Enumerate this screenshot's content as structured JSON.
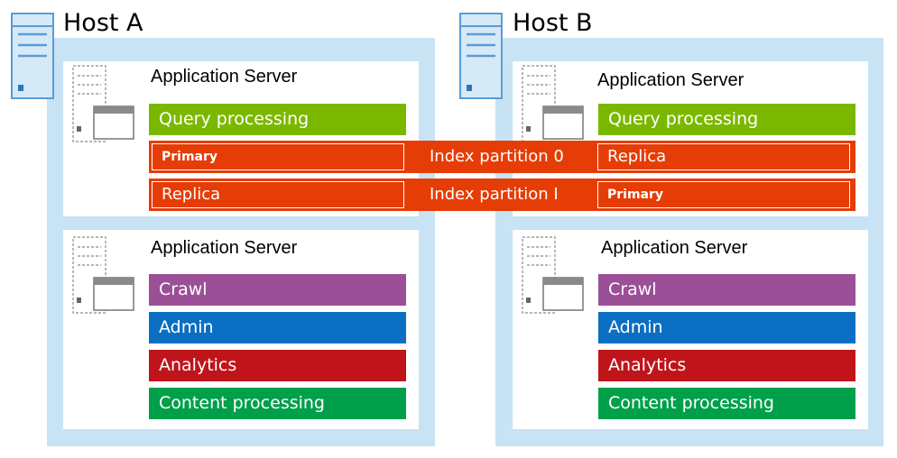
{
  "colors": {
    "host_frame": "#c8e3f4",
    "query": "#7ab800",
    "index": "#e63c05",
    "crawl": "#9b4f96",
    "admin": "#0a6fc2",
    "analytics": "#c0141b",
    "content": "#00a04a"
  },
  "hosts": [
    {
      "title": "Host A",
      "icon": "server-tower-icon",
      "servers": [
        {
          "title": "Application Server",
          "icon": "server-window-icon",
          "roles": [
            "Query processing"
          ]
        },
        {
          "title": "Application Server",
          "icon": "server-window-icon",
          "roles": [
            "Crawl",
            "Admin",
            "Analytics",
            "Content processing"
          ]
        }
      ]
    },
    {
      "title": "Host B",
      "icon": "server-tower-icon",
      "servers": [
        {
          "title": "Application Server",
          "icon": "server-window-icon",
          "roles": [
            "Query processing"
          ]
        },
        {
          "title": "Application Server",
          "icon": "server-window-icon",
          "roles": [
            "Crawl",
            "Admin",
            "Analytics",
            "Content processing"
          ]
        }
      ]
    }
  ],
  "index_partitions": [
    {
      "label": "Index partition 0",
      "host_a": "Primary",
      "host_b": "Replica"
    },
    {
      "label": "Index partition I",
      "host_a": "Replica",
      "host_b": "Primary"
    }
  ]
}
